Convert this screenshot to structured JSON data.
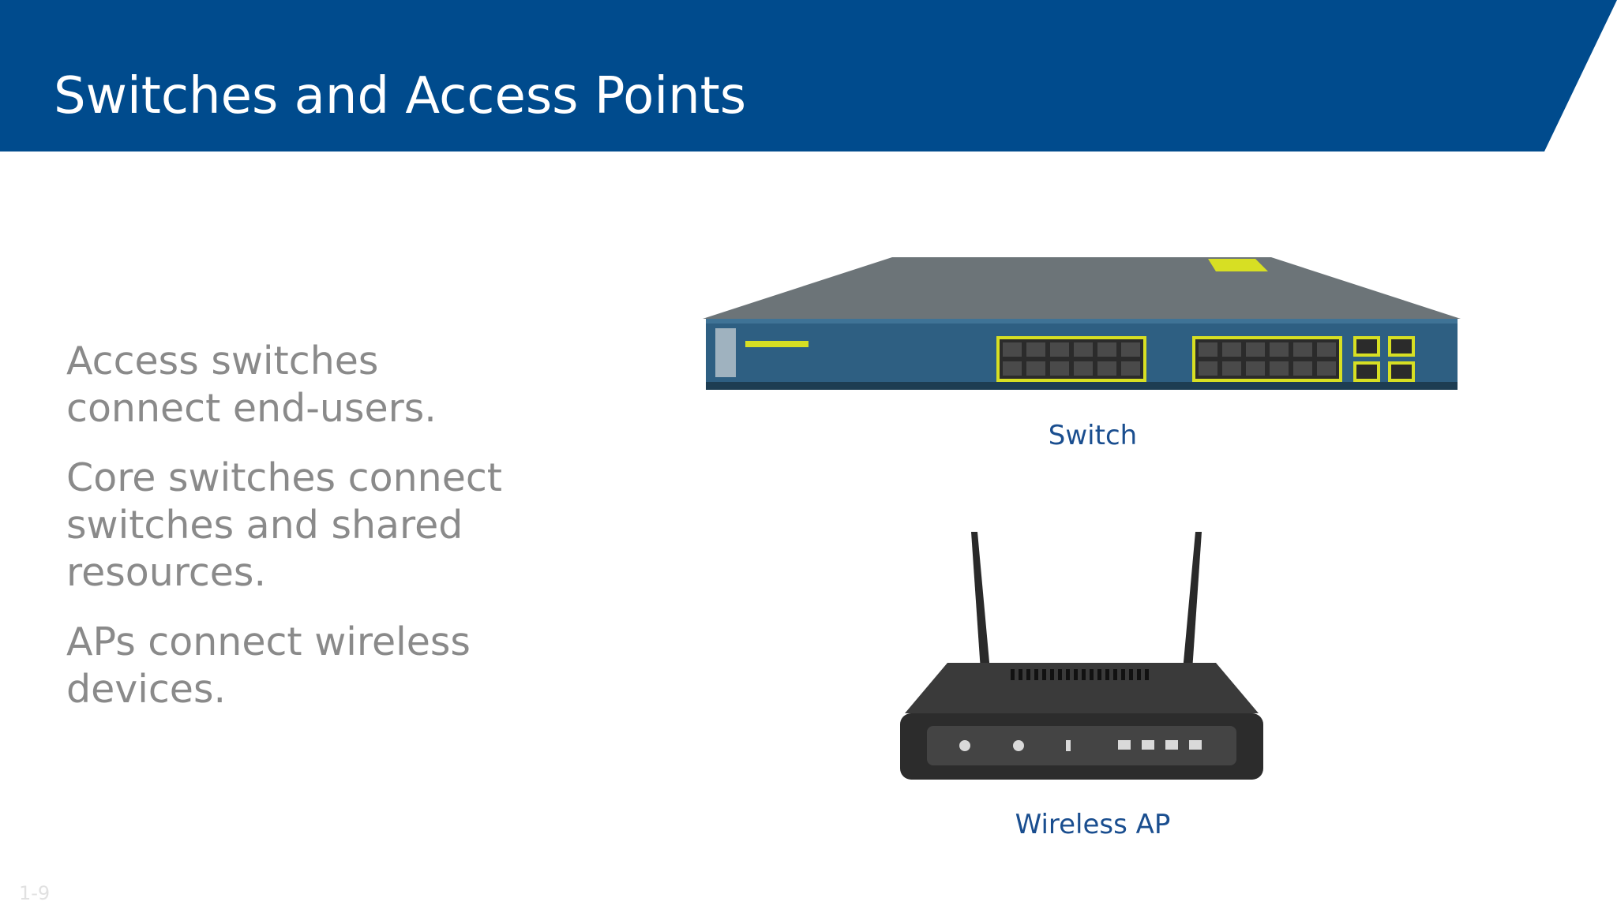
{
  "slide": {
    "title": "Switches and Access Points",
    "bullets": [
      "Access switches connect end-users.",
      "Core switches connect switches and shared resources.",
      "APs connect wireless devices."
    ],
    "images": [
      {
        "icon": "network-switch-icon",
        "caption": "Switch"
      },
      {
        "icon": "wireless-router-icon",
        "caption": "Wireless AP"
      }
    ],
    "page_number": "1-9"
  },
  "colors": {
    "title_bar": "#004b8d",
    "title_text": "#ffffff",
    "bullet_text": "#8a8a8a",
    "caption_text": "#1a4e8f",
    "switch_body": "#2e5f82",
    "port_highlight": "#d7df23"
  }
}
